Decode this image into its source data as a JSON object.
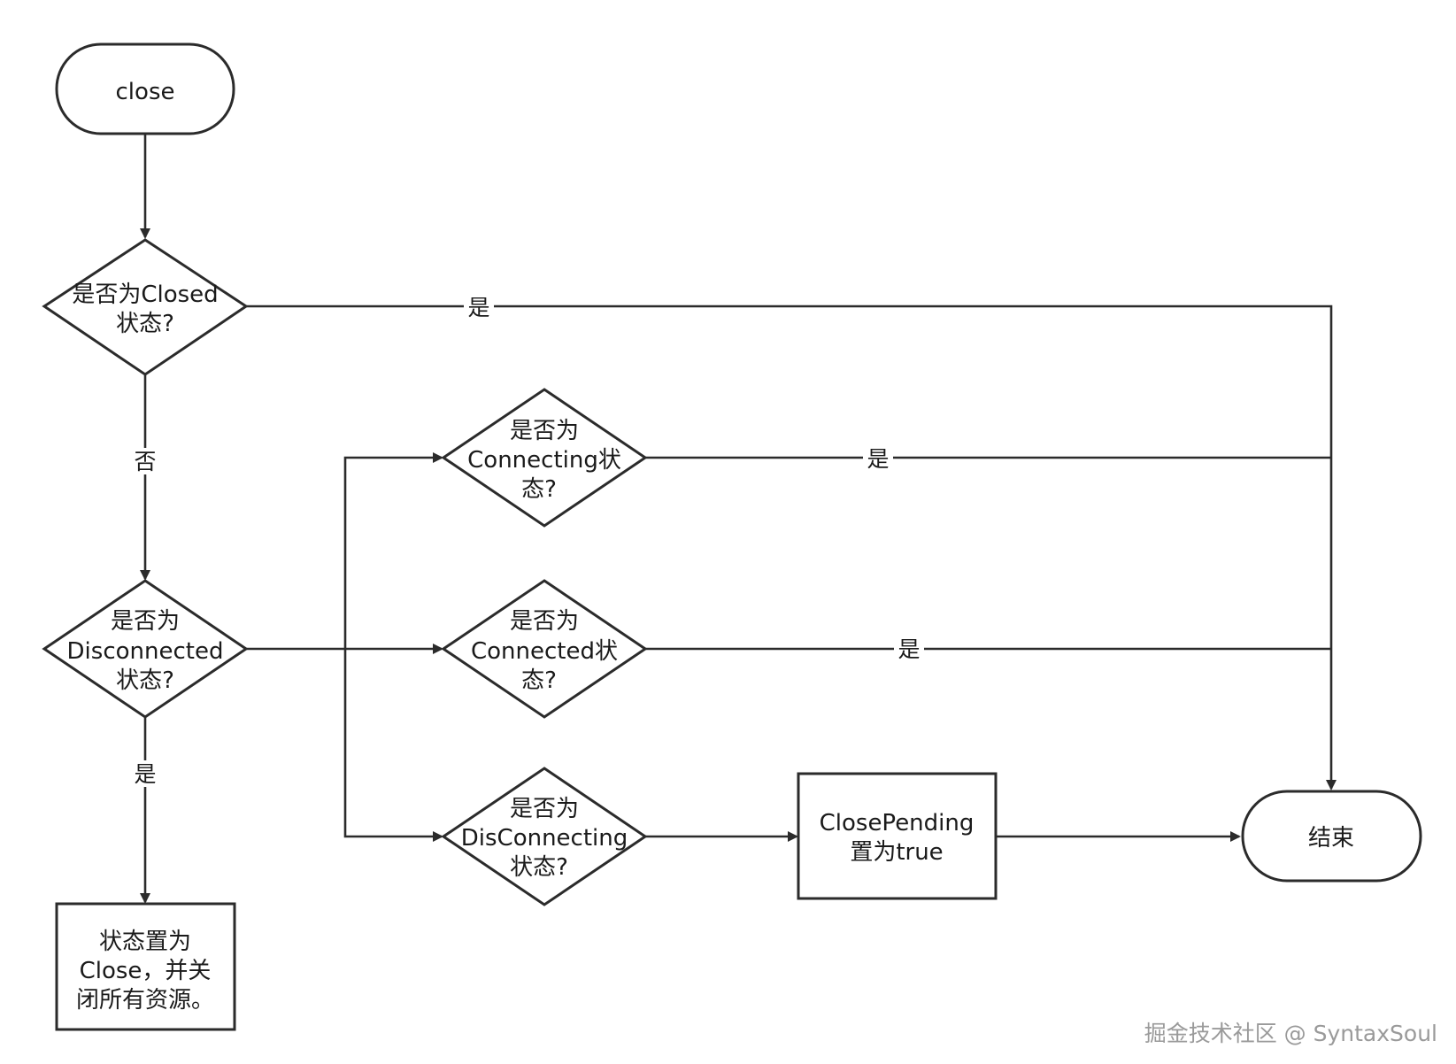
{
  "nodes": {
    "start": [
      "close"
    ],
    "closed_check": [
      "是否为Closed",
      "状态?"
    ],
    "disconnected_check": [
      "是否为",
      "Disconnected",
      "状态?"
    ],
    "set_close": [
      "状态置为",
      "Close，并关",
      "闭所有资源。"
    ],
    "connecting_check": [
      "是否为",
      "Connecting状",
      "态?"
    ],
    "connected_check": [
      "是否为",
      "Connected状",
      "态?"
    ],
    "disconnecting_check": [
      "是否为",
      "DisConnecting",
      "状态?"
    ],
    "close_pending": [
      "ClosePending",
      "置为true"
    ],
    "end": [
      "结束"
    ]
  },
  "edge_labels": {
    "closed_yes": "是",
    "closed_no": "否",
    "disconnected_yes": "是",
    "connecting_yes": "是",
    "connected_yes": "是"
  },
  "watermark": "掘金技术社区 @ SyntaxSoul"
}
